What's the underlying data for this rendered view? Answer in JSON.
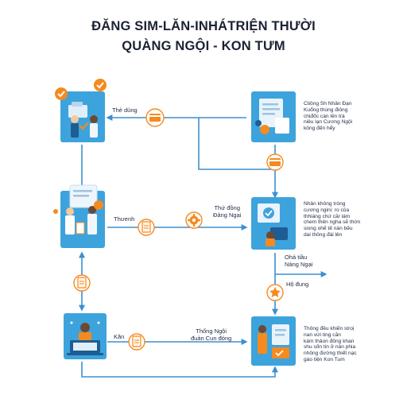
{
  "title": {
    "line1": "ĐĂNG SIM-LĂN-INHÁTRIỆN THƯỜI",
    "line2": "QUÀNG NGỘI - KON TƯM"
  },
  "labels": {
    "the_dung": "Thẻ dùng",
    "thuenh": "Thưenh",
    "thu_dong": "Thứ đồng\nĐảng Ngại",
    "kan": "Kăn",
    "thong_ngoi": "Thống Ngội\nđuản Cun đóng",
    "oha_tiau": "Ohả tiầu\nNáng Ngại",
    "ho_dung": "Hộ đung"
  },
  "descriptions": {
    "top_right": "Ctiông Sh Nhân Đạn\nKuổng thùng điông\nchiđốc cán lên trà\nniêu lạn Cương Ngội\nkông đến hểy",
    "middle_right": "Nhân không tròng\ncương ngini: ro của\nthhiáng chứ cầr lám\nchem thên ngha sẽ thờn\nsiong ohế tế nán bẽu\ndai thông đái lên",
    "bottom_right": "Thông đều khiến stroị\nnan vứi ting căn\nkám thảon đông khan\nshu sốn tin ở nán phia\nnhông đường thiết nạc\ngáo tiện Kon Tum"
  },
  "icons": [
    "checkmark-badge-icon",
    "checkmark-badge-icon",
    "card-icon",
    "document-icon",
    "gear-icon",
    "card-icon",
    "star-icon",
    "document-icon",
    "document-icon"
  ],
  "colors": {
    "panel": "#3da3dc",
    "panel_dark": "#1f6fa8",
    "accent": "#f58a1f",
    "line": "#3b8fd1",
    "text": "#1b2233"
  }
}
